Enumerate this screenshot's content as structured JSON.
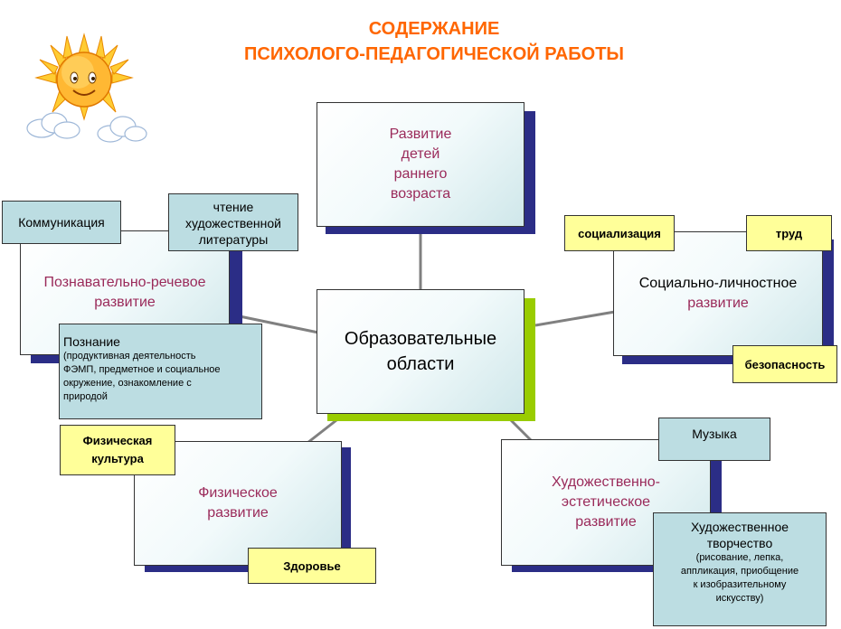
{
  "title": {
    "line1": "СОДЕРЖАНИЕ",
    "line2": "ПСИХОЛОГО-ПЕДАГОГИЧЕСКОЙ РАБОТЫ"
  },
  "center": {
    "line1": "Образовательные",
    "line2": "области"
  },
  "early": {
    "line1": "Развитие",
    "line2": "детей",
    "line3": "раннего",
    "line4": "возраста"
  },
  "cognitive": {
    "line1": "Познавательно-речевое",
    "line2": "развитие",
    "communication": "Коммуникация",
    "reading_1": "чтение",
    "reading_2": "художественной",
    "reading_3": "литературы",
    "cognition_title": "Познание",
    "cognition_d1": "(продуктивная деятельность",
    "cognition_d2": "ФЭМП, предметное и социальное",
    "cognition_d3": "окружение, ознакомление с",
    "cognition_d4": "природой"
  },
  "social": {
    "line1": "Социально-личностное",
    "line2": "развитие",
    "socialization": "социализация",
    "labor": "труд",
    "safety": "безопасность"
  },
  "physical": {
    "line1": "Физическое",
    "line2": "развитие",
    "culture_1": "Физическая",
    "culture_2": "культура",
    "health": "Здоровье"
  },
  "artistic": {
    "line1": "Художественно-",
    "line2": "эстетическое",
    "line3": "развитие",
    "music": "Музыка",
    "creativity_1": "Художественное",
    "creativity_2": "творчество",
    "creativity_d1": "(рисование, лепка,",
    "creativity_d2": "аппликация, приобщение",
    "creativity_d3": "к изобразительному",
    "creativity_d4": "искусству)"
  }
}
